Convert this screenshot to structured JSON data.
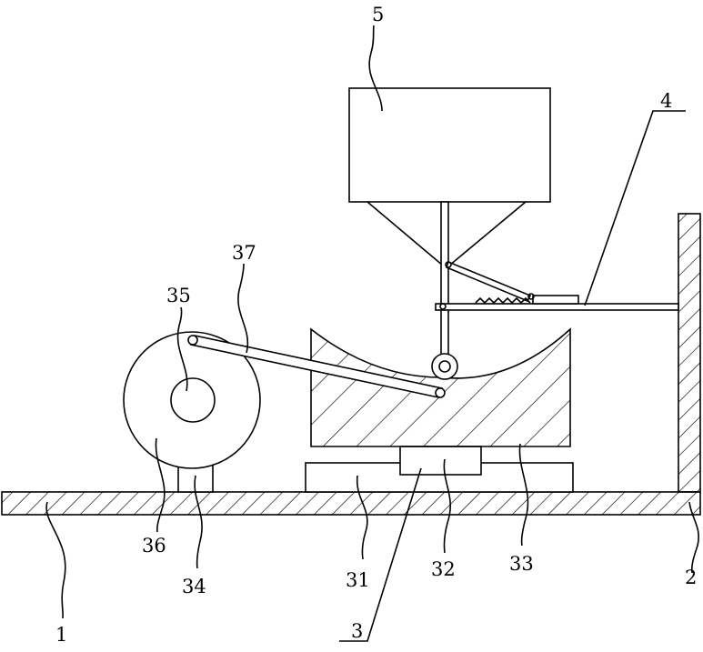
{
  "labels": {
    "l1": "1",
    "l2": "2",
    "l3": "3",
    "l4": "4",
    "l5": "5",
    "l31": "31",
    "l32": "32",
    "l33": "33",
    "l34": "34",
    "l35": "35",
    "l36": "36",
    "l37": "37"
  },
  "colors": {
    "stroke": "#000000",
    "background": "#ffffff"
  }
}
